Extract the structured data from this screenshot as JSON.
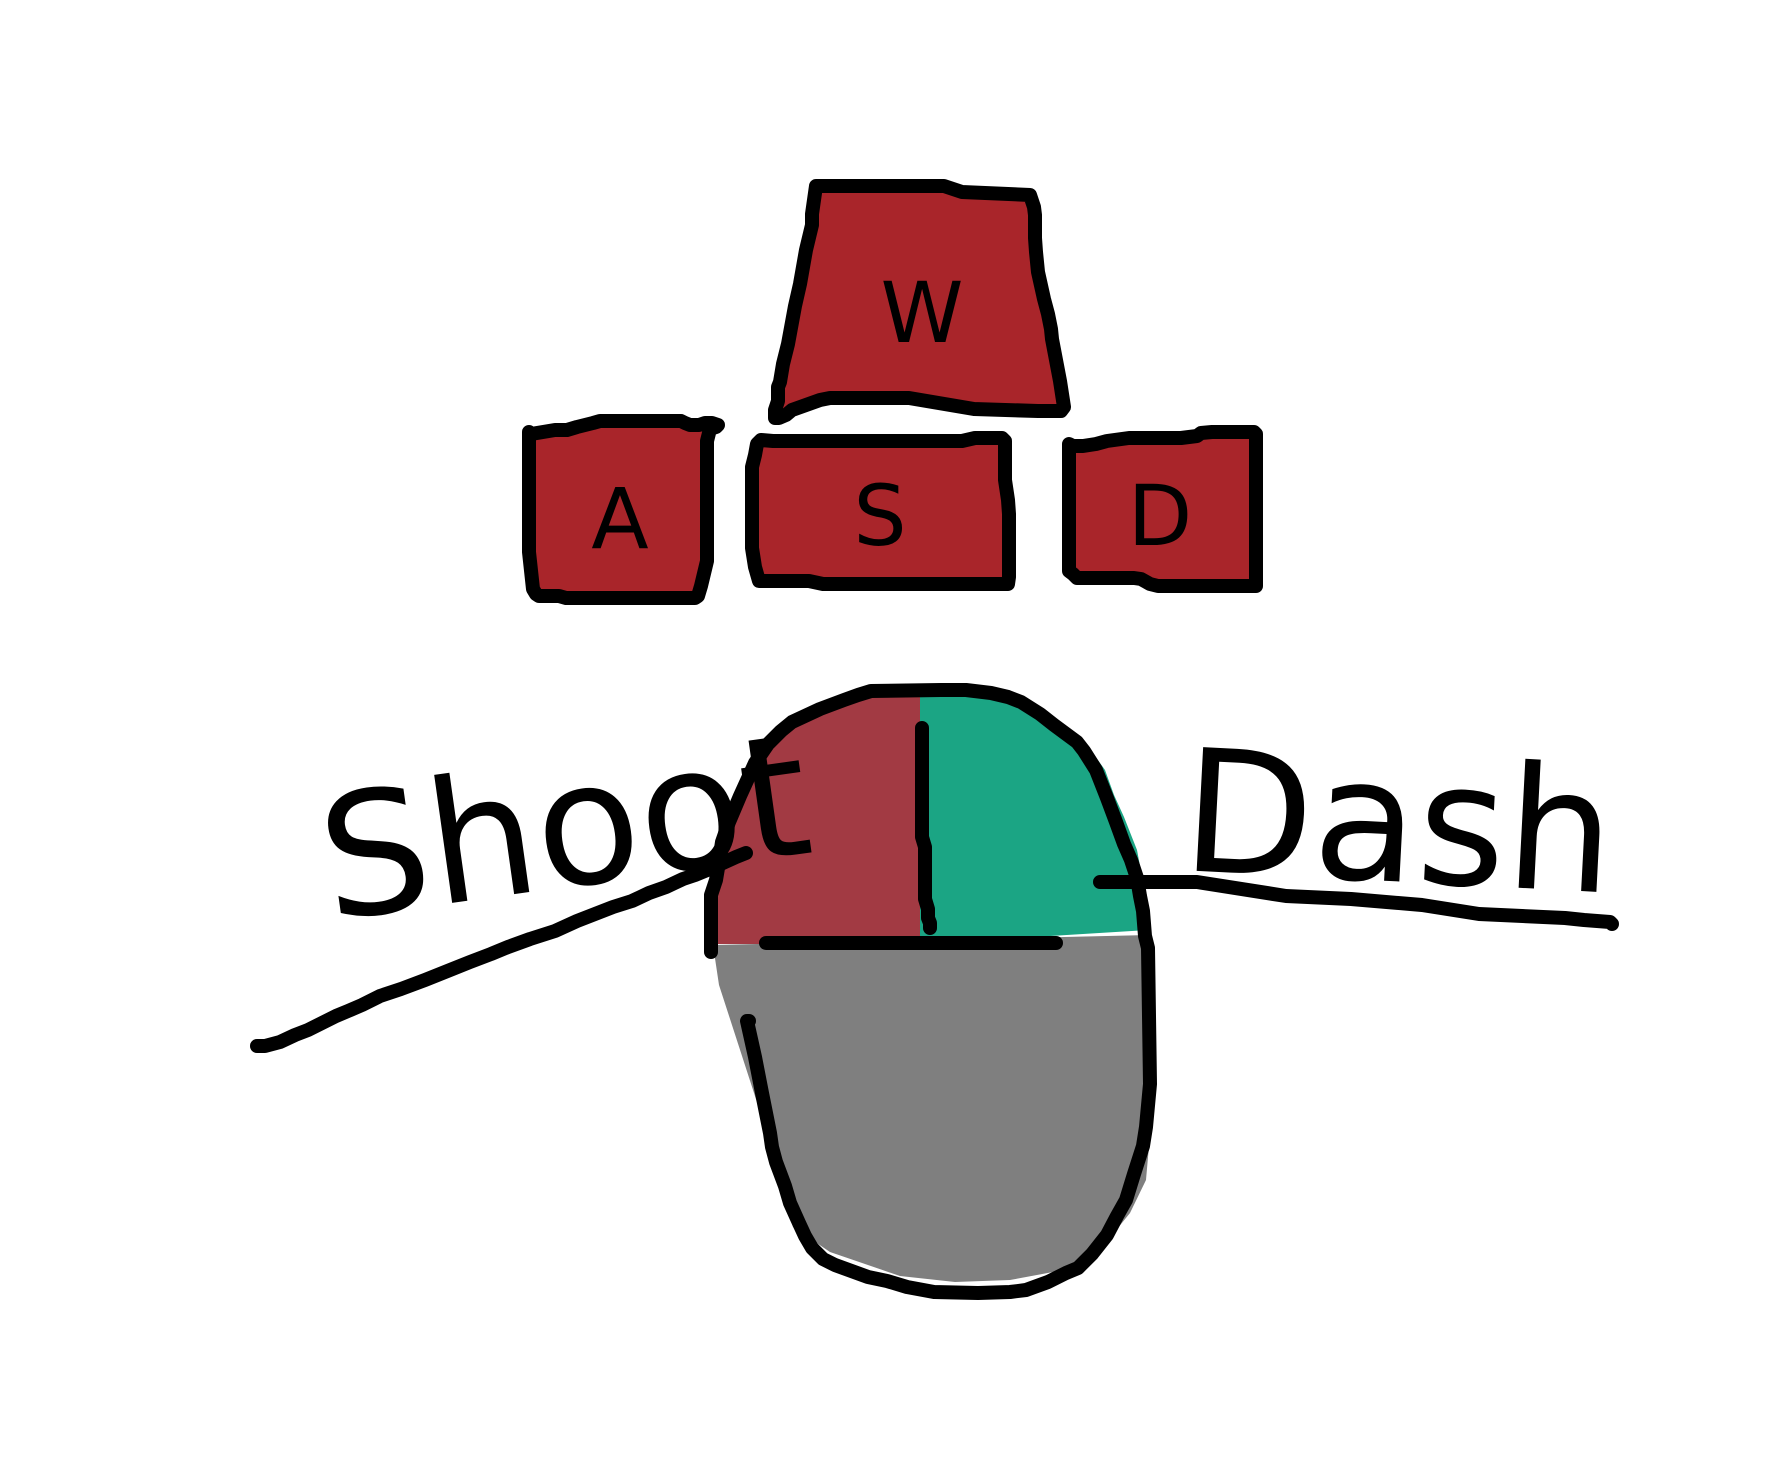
{
  "keys": {
    "w": "W",
    "a": "A",
    "s": "S",
    "d": "D"
  },
  "labels": {
    "left_click": "Shoot",
    "right_click": "Dash"
  },
  "colors": {
    "key_fill": "#A9252A",
    "left_button": "#A23A43",
    "right_button": "#1BA584",
    "mouse_body": "#7F7F7F",
    "ink": "#000000",
    "background": "#FFFFFF"
  }
}
